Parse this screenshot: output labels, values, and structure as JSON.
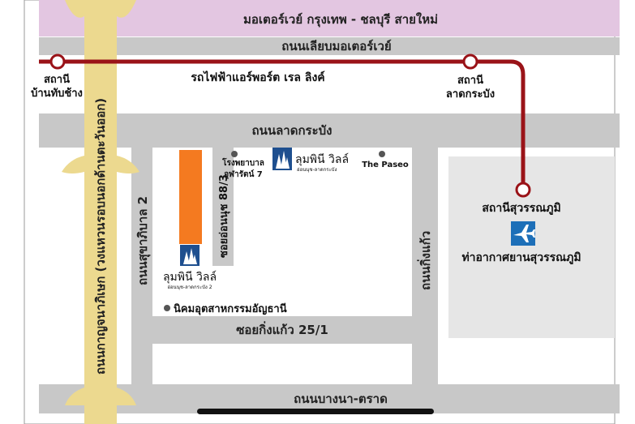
{
  "roads": {
    "motorway": "มอเตอร์เวย์ กรุงเทพ - ชลบุรี สายใหม่",
    "frontage": "ถนนเลียบมอเตอร์เวย์",
    "latkrabang": "ถนนลาดกระบัง",
    "kanchanaphisek": "ถนนกาญจนาภิเษก (วงแหวนรอบนอกด้านตะวันออก)",
    "sukhaphiban2": "ถนนสุขาภิบาล 2",
    "soi_on_nut": "ซอยอ่อนนุช 88/3",
    "kingkaeo": "ถนนกิ่งแก้ว",
    "soi_kingkaeo": "ซอยกิ่งแก้ว 25/1",
    "bangna_trat": "ถนนบางนา-ตราด"
  },
  "rail": {
    "line_name": "รถไฟฟ้าแอร์พอร์ต เรล ลิงค์",
    "color": "#9a1318",
    "stations": {
      "ban_thap_chang": [
        "สถานี",
        "บ้านทับช้าง"
      ],
      "lat_krabang": [
        "สถานี",
        "ลาดกระบัง"
      ],
      "suvarnabhumi": "สถานีสุวรรณภูมิ"
    }
  },
  "landmarks": {
    "hospital": [
      "โรงพยาบาล",
      "จุฬารัตน์ 7"
    ],
    "paseo": "The Paseo",
    "industrial_estate": "นิคมอุตสาหกรรมอัญธานี",
    "airport": "ท่าอากาศยานสุวรรณภูมิ",
    "airport_icon": "airplane-icon"
  },
  "projects": {
    "top": {
      "name": "ลุมพินี วิลล์",
      "sub": "อ่อนนุช-ลาดกระบัง"
    },
    "bottom": {
      "name": "ลุมพินี วิลล์",
      "sub": "อ่อนนุช-ลาดกระบัง 2"
    }
  },
  "colors": {
    "road": "#c8c8c8",
    "motorway": "#e3c6e1",
    "highway": "#ecd98f",
    "project_highlight": "#f47a20",
    "logo_blue": "#1e4f8f",
    "airport_blue": "#1d6fb8"
  }
}
